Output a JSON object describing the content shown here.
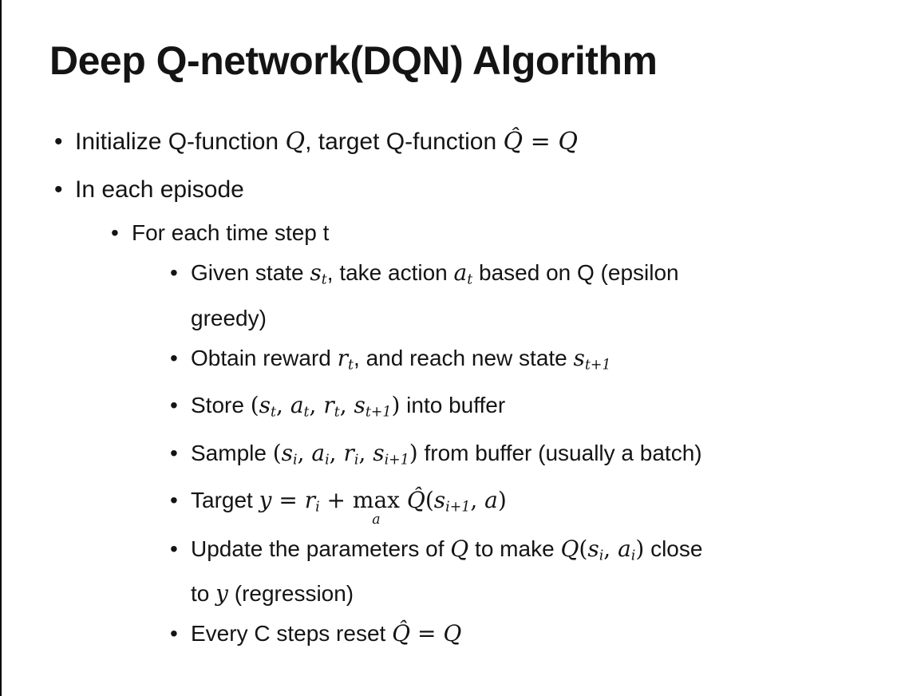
{
  "slide": {
    "title": "Deep Q-network(DQN) Algorithm",
    "bullet_char": "•",
    "bullets": [
      {
        "level": 1,
        "lines": [
          [
            {
              "t": "Initialize Q-function ",
              "s": "p"
            },
            {
              "t": "Q",
              "s": "m"
            },
            {
              "t": ", target Q-function ",
              "s": "p"
            },
            {
              "t": "Q̂",
              "s": "m"
            },
            {
              "t": " = ",
              "s": "mr"
            },
            {
              "t": "Q",
              "s": "m"
            }
          ]
        ]
      },
      {
        "level": 1,
        "lines": [
          [
            {
              "t": "In each episode",
              "s": "p"
            }
          ]
        ]
      },
      {
        "level": 2,
        "lines": [
          [
            {
              "t": "For each time step t",
              "s": "p"
            }
          ]
        ]
      },
      {
        "level": 3,
        "lines": [
          [
            {
              "t": "Given state ",
              "s": "p"
            },
            {
              "t": "s",
              "s": "m"
            },
            {
              "t": "t",
              "s": "sub"
            },
            {
              "t": ", take action ",
              "s": "p"
            },
            {
              "t": "a",
              "s": "m"
            },
            {
              "t": "t",
              "s": "sub"
            },
            {
              "t": " based on Q (epsilon",
              "s": "p"
            }
          ],
          [
            {
              "t": "greedy)",
              "s": "p"
            }
          ]
        ]
      },
      {
        "level": 3,
        "lines": [
          [
            {
              "t": "Obtain reward ",
              "s": "p"
            },
            {
              "t": "r",
              "s": "m"
            },
            {
              "t": "t",
              "s": "sub"
            },
            {
              "t": ", and reach new state ",
              "s": "p"
            },
            {
              "t": "s",
              "s": "m"
            },
            {
              "t": "t+1",
              "s": "sub"
            }
          ]
        ]
      },
      {
        "level": 3,
        "lines": [
          [
            {
              "t": "Store ",
              "s": "p"
            },
            {
              "t": "(",
              "s": "mr"
            },
            {
              "t": "s",
              "s": "m"
            },
            {
              "t": "t",
              "s": "sub"
            },
            {
              "t": ", ",
              "s": "mr"
            },
            {
              "t": "a",
              "s": "m"
            },
            {
              "t": "t",
              "s": "sub"
            },
            {
              "t": ", ",
              "s": "mr"
            },
            {
              "t": "r",
              "s": "m"
            },
            {
              "t": "t",
              "s": "sub"
            },
            {
              "t": ", ",
              "s": "mr"
            },
            {
              "t": "s",
              "s": "m"
            },
            {
              "t": "t+1",
              "s": "sub"
            },
            {
              "t": ")",
              "s": "mr"
            },
            {
              "t": " into buffer",
              "s": "p"
            }
          ]
        ]
      },
      {
        "level": 3,
        "lines": [
          [
            {
              "t": "Sample ",
              "s": "p"
            },
            {
              "t": "(",
              "s": "mr"
            },
            {
              "t": "s",
              "s": "m"
            },
            {
              "t": "i",
              "s": "sub"
            },
            {
              "t": ", ",
              "s": "mr"
            },
            {
              "t": "a",
              "s": "m"
            },
            {
              "t": "i",
              "s": "sub"
            },
            {
              "t": ", ",
              "s": "mr"
            },
            {
              "t": "r",
              "s": "m"
            },
            {
              "t": "i",
              "s": "sub"
            },
            {
              "t": ", ",
              "s": "mr"
            },
            {
              "t": "s",
              "s": "m"
            },
            {
              "t": "i+1",
              "s": "sub"
            },
            {
              "t": ")",
              "s": "mr"
            },
            {
              "t": " from buffer (usually a batch)",
              "s": "p"
            }
          ]
        ]
      },
      {
        "level": 3,
        "lines": [
          [
            {
              "t": "Target ",
              "s": "p"
            },
            {
              "t": "y",
              "s": "m"
            },
            {
              "t": " = ",
              "s": "mr"
            },
            {
              "t": "r",
              "s": "m"
            },
            {
              "t": "i",
              "s": "sub"
            },
            {
              "t": " + ",
              "s": "mr"
            },
            {
              "t": "max",
              "b": "a",
              "s": "limop"
            },
            {
              "t": " ",
              "s": "mr"
            },
            {
              "t": "Q̂",
              "s": "m"
            },
            {
              "t": "(",
              "s": "mr"
            },
            {
              "t": "s",
              "s": "m"
            },
            {
              "t": "i+1",
              "s": "sub"
            },
            {
              "t": ", ",
              "s": "mr"
            },
            {
              "t": "a",
              "s": "m"
            },
            {
              "t": ")",
              "s": "mr"
            }
          ]
        ]
      },
      {
        "level": 3,
        "lines": [
          [
            {
              "t": "Update the parameters of ",
              "s": "p"
            },
            {
              "t": "Q",
              "s": "m"
            },
            {
              "t": " to make ",
              "s": "p"
            },
            {
              "t": "Q",
              "s": "m"
            },
            {
              "t": "(",
              "s": "mr"
            },
            {
              "t": "s",
              "s": "m"
            },
            {
              "t": "i",
              "s": "sub"
            },
            {
              "t": ", ",
              "s": "mr"
            },
            {
              "t": "a",
              "s": "m"
            },
            {
              "t": "i",
              "s": "sub"
            },
            {
              "t": ")",
              "s": "mr"
            },
            {
              "t": " close",
              "s": "p"
            }
          ],
          [
            {
              "t": "to ",
              "s": "p"
            },
            {
              "t": "y",
              "s": "m"
            },
            {
              "t": " (regression)",
              "s": "p"
            }
          ]
        ]
      },
      {
        "level": 3,
        "lines": [
          [
            {
              "t": "Every C steps reset ",
              "s": "p"
            },
            {
              "t": "Q̂",
              "s": "m"
            },
            {
              "t": " = ",
              "s": "mr"
            },
            {
              "t": "Q",
              "s": "m"
            }
          ]
        ]
      }
    ]
  },
  "colors": {
    "background": "#ffffff",
    "text": "#141414",
    "left_border": "#000000"
  }
}
